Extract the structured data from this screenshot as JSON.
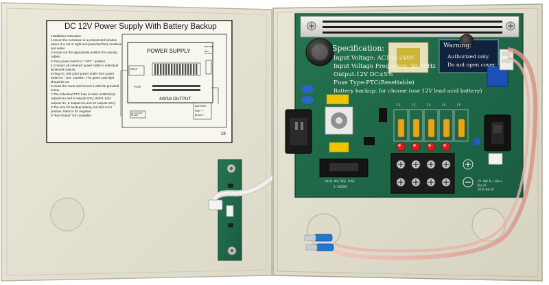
{
  "sticker": {
    "title": "DC 12V Power Supply With Battery Backup",
    "instructions_heading": "Installation Instruction",
    "instructions": [
      "1.Mount the enclosure in a preselected location where it is out of sight and protected from moisture and water.",
      "2.Knock out the appropriate position for running cables.",
      "3.Turn power switch to \" OFF \" position",
      "4.Connect all cameras' power cable to individual protected outputs.",
      "5.Plug AC 100-240V power outlet.Turn power switch to \" ON \" position. The green LED light should be on.",
      "6.Close the cover and secure it with the provided screw.",
      "7.The individual PTC fuse is rated at 60V/2A(4 outputs-5A and 9 outputs-10A), 60V/1.1A(4 outputs-3A, 9 outputs-5A and 18 outputs-10A).",
      "8.The wire for backup battery, red dish is for positive, black is for negative",
      "9.\"Bus Output\" isn't available"
    ],
    "diagram_title": "POWER SUPPLY",
    "input_label": "INPUT",
    "fuse_label": "FUSE",
    "ac_label": "AC 100-240V 50-60Hz",
    "battery_label": "BATTERY",
    "bus_output_label": "BUS OUTPUT",
    "outputs_label": "4/9/18 OUTPUT",
    "battery_red": "RED \"+\"",
    "battery_black": "BLACK\"-\"",
    "page_number": "19"
  },
  "pcb": {
    "spec_heading": "Specification:",
    "spec_lines": [
      "Input Voltage: AC100-240V",
      "Input Voltage Frequency: 50-60Hz",
      "Output:12V DC±5%",
      "Fuse Type:PTC(Resettable)",
      "Battery backup: for choose (use 12V lead acid battery)"
    ],
    "warning_heading": "Warning:",
    "warning_lines": [
      "Authorized only.",
      "Do not open cover"
    ],
    "fuse_box_label": "HIGH VOLTAGE FUSE",
    "fuse_rating": "2.5A250V",
    "board_code": [
      "CP-36W-B-L(Rev)",
      "Rev:B",
      "2015-08-01"
    ],
    "fuse_positions": [
      "F1",
      "F2",
      "F3",
      "F4",
      "F5"
    ]
  },
  "colors": {
    "enclosure": "#e6e3d4",
    "pcb": "#1f6a4c",
    "led": "#e11b1b",
    "wire_pink": "#e8a8a0",
    "connector_blue": "#1e78d2",
    "terminal_black": "#1b1b1b"
  }
}
